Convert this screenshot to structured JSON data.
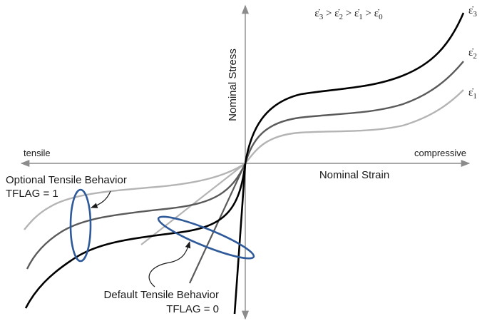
{
  "axes": {
    "y_label": "Nominal Stress",
    "x_label": "Nominal Strain",
    "left_label": "tensile",
    "right_label": "compressive"
  },
  "inequality": {
    "parts": [
      "ε̇",
      "3",
      " > ",
      "ε̇",
      "2",
      " > ",
      "ε̇",
      "1",
      " > ",
      "ε̇",
      "0"
    ]
  },
  "curves": [
    {
      "id": "eps3",
      "symbol": "ε̇",
      "sub": "3",
      "color": "#000000"
    },
    {
      "id": "eps2",
      "symbol": "ε̇",
      "sub": "2",
      "color": "#5a5a5a"
    },
    {
      "id": "eps1",
      "symbol": "ε̇",
      "sub": "1",
      "color": "#b4b4b4"
    }
  ],
  "annotations": {
    "optional": {
      "line1": "Optional Tensile Behavior",
      "line2": "TFLAG = 1"
    },
    "default": {
      "line1": "Default Tensile Behavior",
      "line2": "TFLAG = 0"
    }
  },
  "colors": {
    "axis": "#8c8c8c",
    "ellipse": "#2f5a9a",
    "text": "#1a1a1a"
  }
}
